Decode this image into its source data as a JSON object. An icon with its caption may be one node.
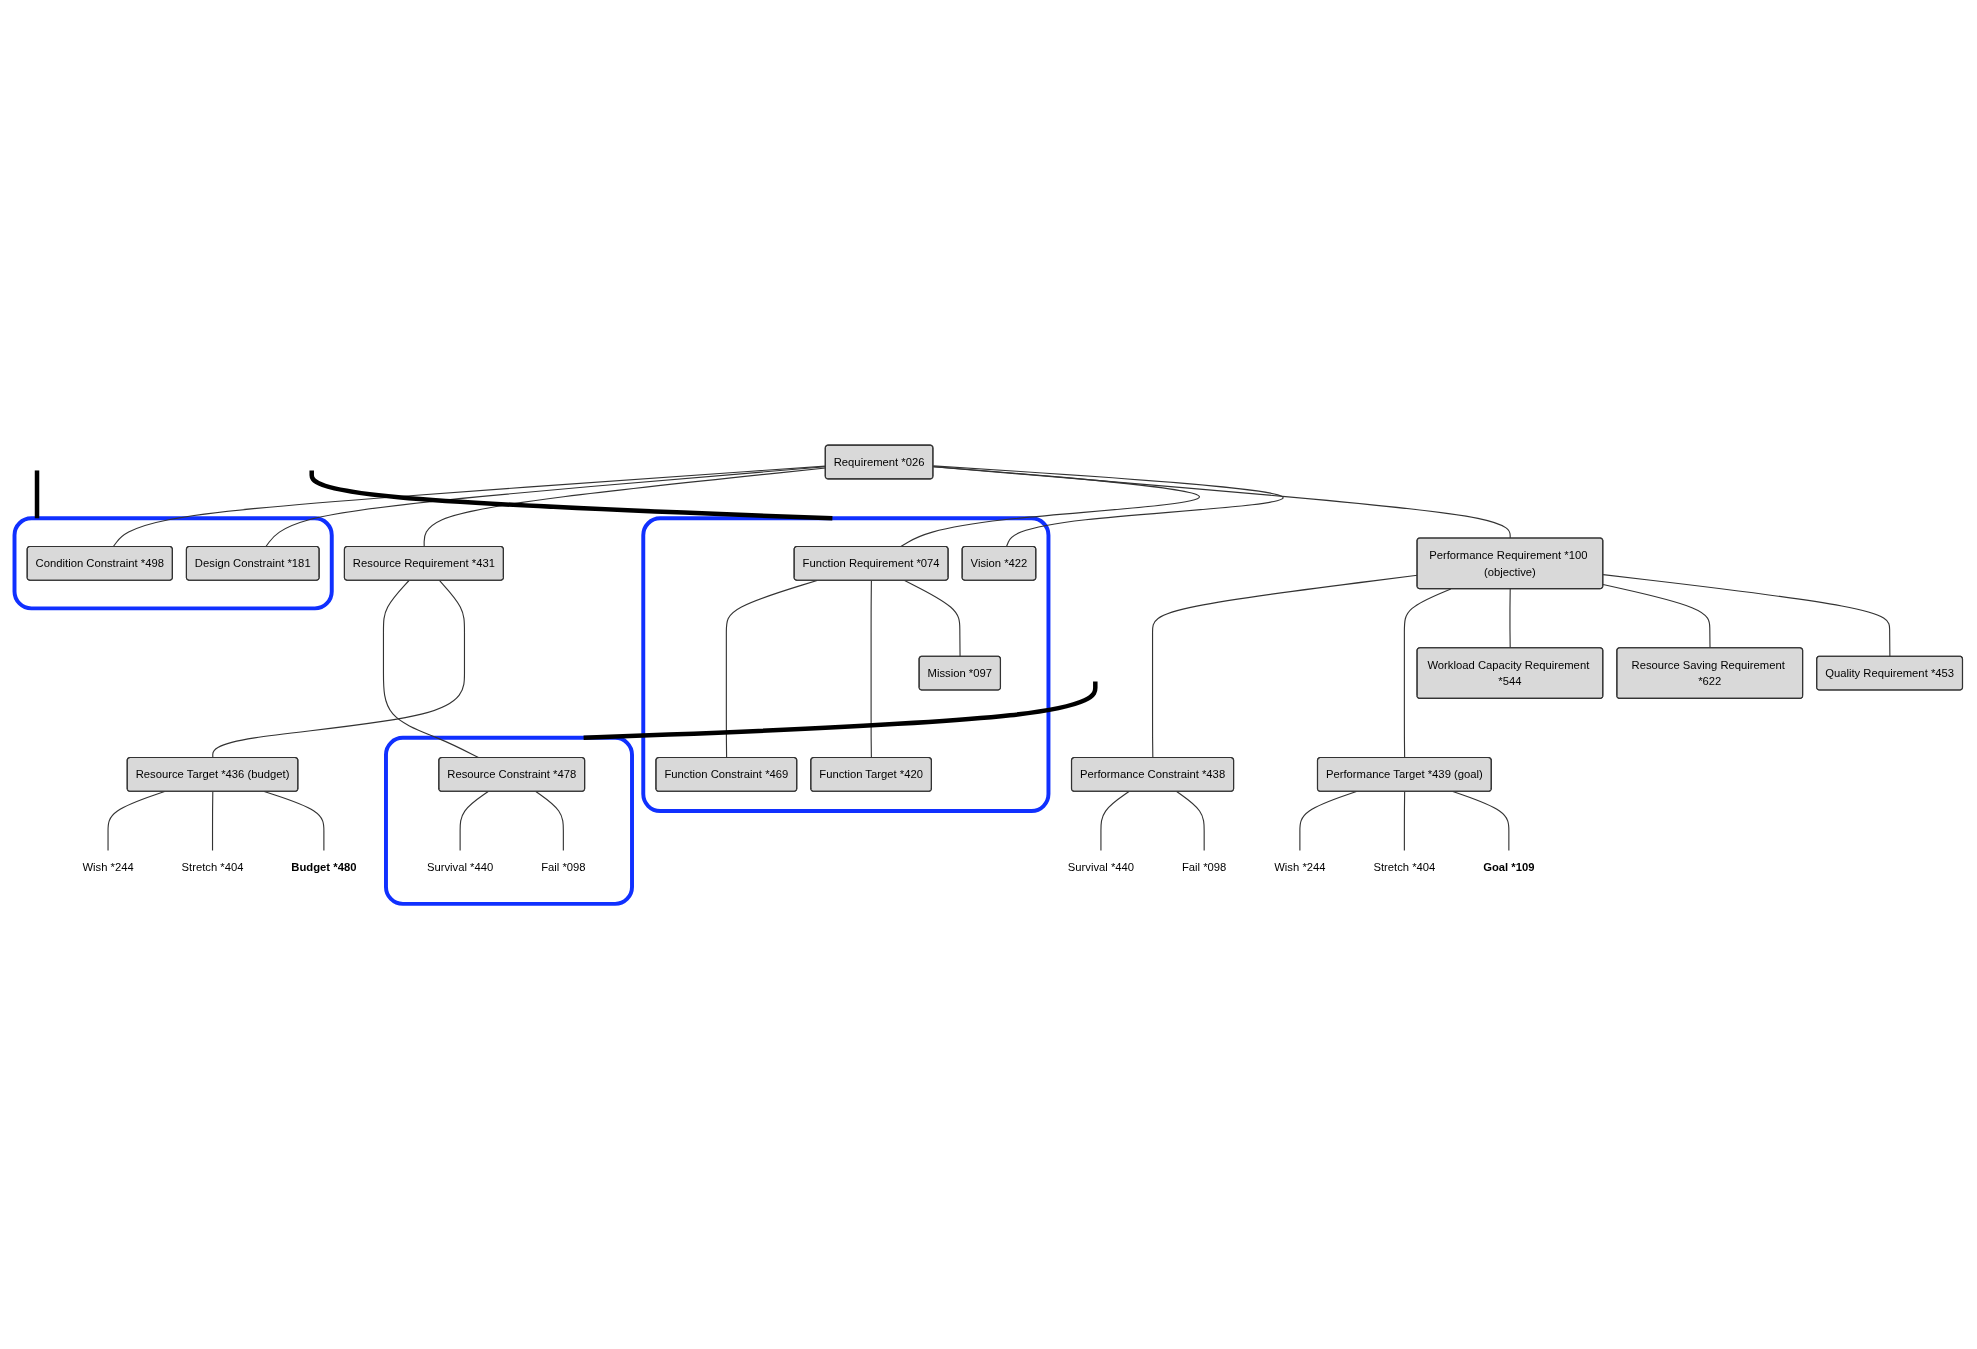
{
  "diagram": {
    "nodes": [
      {
        "text": [
          "Requirement *026"
        ]
      },
      {
        "text": [],
        "shape": "box"
      },
      {
        "text": [
          "Vision *422"
        ],
        "in": 1
      },
      {
        "text": [
          "Function Requirement *074"
        ],
        "in": 1
      },
      {
        "text": [
          "Performance Requirement *100 (objective)"
        ]
      },
      {
        "text": [
          "Resource Requirement *431"
        ]
      },
      {
        "text": [],
        "shape": "box"
      },
      {
        "text": [
          "Design Constraint *181"
        ],
        "in": 6
      },
      {
        "text": [
          "Condition Constraint *498"
        ],
        "in": 6
      },
      {
        "text": [
          "Mission *097"
        ],
        "in": 1
      },
      {
        "text": [
          "Quality Requirement *453"
        ]
      },
      {
        "text": [
          "Resource Saving Requirement *622"
        ]
      },
      {
        "text": [
          "Workload Capacity Requirement *544"
        ]
      },
      {
        "text": [
          "Function Target *420"
        ],
        "in": 1
      },
      {
        "text": [
          "Function Constraint *469"
        ],
        "in": 1
      },
      {
        "text": [
          "Performance Target *439 (goal)"
        ]
      },
      {
        "text": [
          "Performance Constraint *438"
        ]
      },
      {
        "text": [
          "Resource Target *436 (budget)"
        ]
      },
      {
        "text": [],
        "shape": "box"
      },
      {
        "text": [
          "Resource Constraint *478"
        ],
        "in": 18
      },
      {
        "text": [
          "Goal *109"
        ]
      },
      {
        "text": [
          "Stretch *404"
        ]
      },
      {
        "text": [
          "Wish *244"
        ]
      },
      {
        "text": [
          "Fail *098"
        ]
      },
      {
        "text": [
          "Survival *440"
        ]
      },
      {
        "text": [
          "Budget *480"
        ]
      },
      {
        "text": [
          "Stretch *404"
        ]
      },
      {
        "text": [
          "Wish *244"
        ]
      },
      {
        "text": [
          "Fail *098"
        ],
        "in": 18
      },
      {
        "text": [
          "Survival *440"
        ],
        "in": 18
      }
    ],
    "edges": [
      {
        "from": 0,
        "to": 2,
        "arrow": "none"
      },
      {
        "from": 0,
        "to": 3,
        "arrow": "none"
      },
      {
        "from": 0,
        "to": 4,
        "arrow": "none"
      },
      {
        "from": 0,
        "to": 5,
        "arrow": "none"
      },
      {
        "from": 0,
        "to": 7,
        "arrow": "none"
      },
      {
        "from": 0,
        "to": 8,
        "arrow": "none"
      },
      {
        "from": 3,
        "to": 9,
        "arrow": "none"
      },
      {
        "from": 3,
        "to": 13,
        "arrow": "none"
      },
      {
        "from": 3,
        "to": 14,
        "arrow": "none"
      },
      {
        "from": 4,
        "to": 10,
        "arrow": "none"
      },
      {
        "from": 4,
        "to": 11,
        "arrow": "none"
      },
      {
        "from": 4,
        "to": 12,
        "arrow": "none"
      },
      {
        "from": 4,
        "to": 15,
        "arrow": "none"
      },
      {
        "from": 4,
        "to": 16,
        "arrow": "none"
      },
      {
        "from": 5,
        "to": 17,
        "arrow": "none"
      },
      {
        "from": 5,
        "to": 19,
        "arrow": "none"
      },
      {
        "from": 15,
        "to": 20,
        "arrow": "none"
      },
      {
        "from": 15,
        "to": 21,
        "arrow": "none"
      },
      {
        "from": 15,
        "to": 22,
        "arrow": "none"
      },
      {
        "from": 16,
        "to": 23,
        "arrow": "none"
      },
      {
        "from": 16,
        "to": 24,
        "arrow": "none"
      },
      {
        "from": 17,
        "to": 25,
        "arrow": "none"
      },
      {
        "from": 17,
        "to": 26,
        "arrow": "none"
      },
      {
        "from": 17,
        "to": 27,
        "arrow": "none"
      },
      {
        "from": 19,
        "to": 28,
        "arrow": "none"
      },
      {
        "from": 19,
        "to": 29,
        "arrow": "none"
      },
      {
        "from": null,
        "to": 1,
        "arrow": "none",
        "style": "thick",
        "color": "#000000"
      },
      {
        "from": null,
        "to": 6,
        "arrow": "none",
        "style": "thick",
        "color": "#000000"
      },
      {
        "from": null,
        "to": 18,
        "arrow": "none",
        "style": "thick",
        "color": "#000000"
      }
    ]
  }
}
